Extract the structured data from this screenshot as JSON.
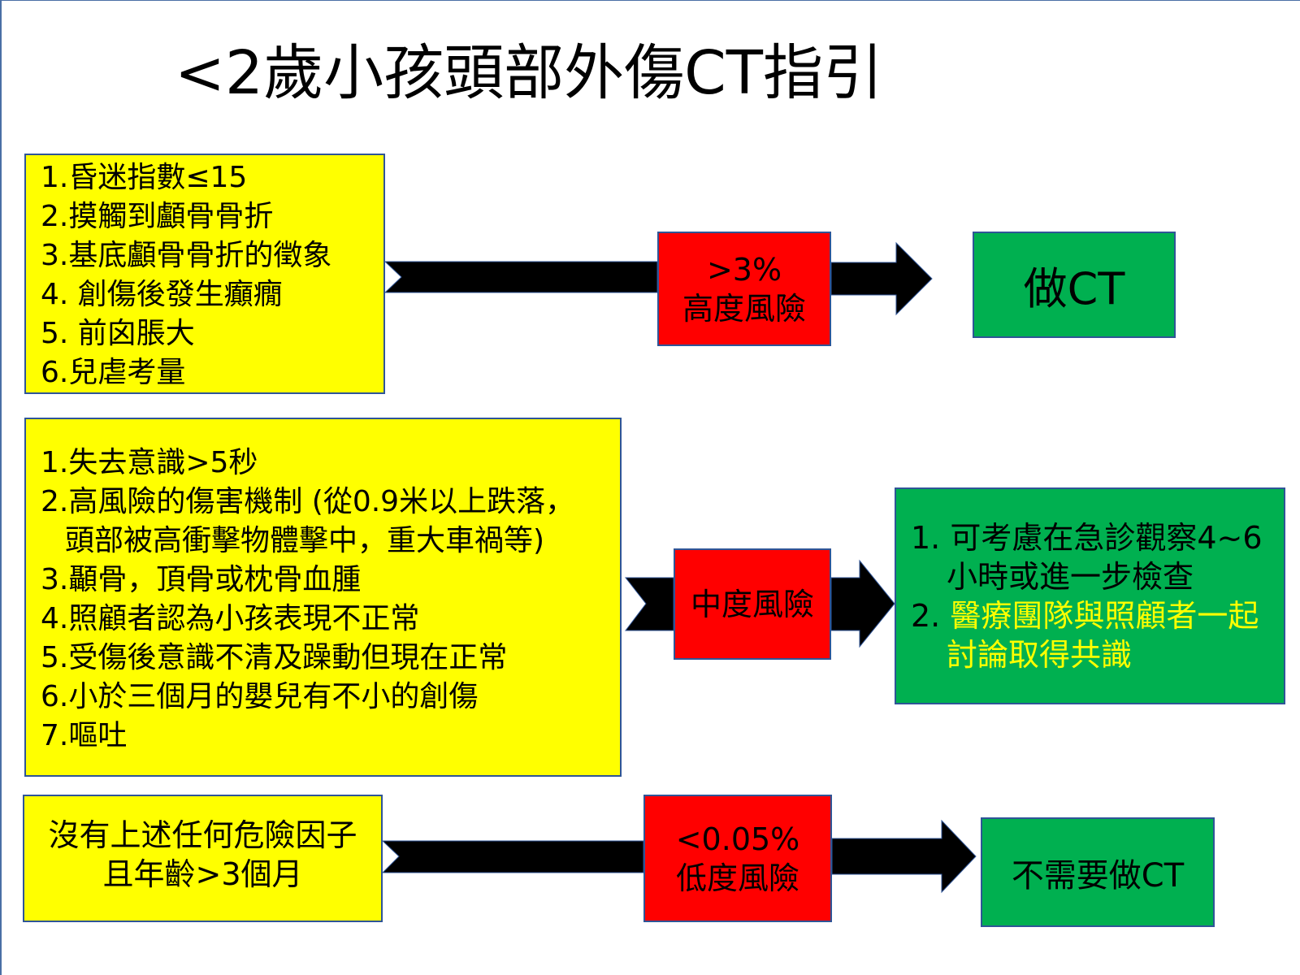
{
  "title": "<2歲小孩頭部外傷CT指引",
  "high_risk": {
    "criteria": [
      "1.昏迷指數≤15",
      "2.摸觸到顱骨骨折",
      "3.基底顱骨骨折的徵象",
      "4. 創傷後發生癲癇",
      "5. 前囟脹大",
      "6.兒虐考量"
    ],
    "risk_line1": ">3%",
    "risk_line2": "高度風險",
    "action": "做CT"
  },
  "medium_risk": {
    "criteria": [
      "1.失去意識>5秒",
      "2.高風險的傷害機制 (從0.9米以上跌落，",
      "頭部被高衝擊物體擊中，重大車禍等)",
      "3.顳骨，頂骨或枕骨血腫",
      "4.照顧者認為小孩表現不正常",
      "5.受傷後意識不清及躁動但現在正常",
      "6.小於三個月的嬰兒有不小的創傷",
      "7.嘔吐"
    ],
    "risk_label": "中度風險",
    "action_item1_line1": "1. 可考慮在急診觀察4~6",
    "action_item1_line2": "小時或進一步檢查",
    "action_item2_line1_num": "2. ",
    "action_item2_line1": "醫療團隊與照顧者一起",
    "action_item2_line2": "討論取得共識"
  },
  "low_risk": {
    "criteria_line1": "沒有上述任何危險因子",
    "criteria_line2": "且年齡>3個月",
    "risk_line1": "<0.05%",
    "risk_line2": "低度風險",
    "action": "不需要做CT"
  },
  "colors": {
    "criteria_fill": "#ffff00",
    "risk_fill": "#ff0000",
    "action_fill": "#00b050",
    "border": "#2f5597",
    "highlight_text": "#ffff00"
  }
}
